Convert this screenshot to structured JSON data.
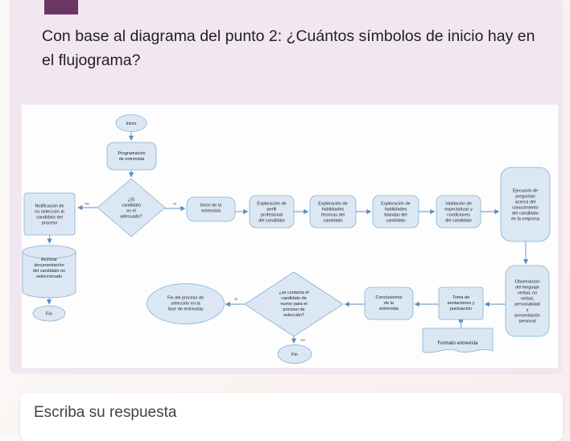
{
  "page": {
    "question": "Con base al diagrama del punto 2: ¿Cuántos símbolos de inicio hay en el flujograma?",
    "answer_placeholder": "Escriba su respuesta"
  },
  "colors": {
    "accent_bar": "#6b3564",
    "question_card_bg": "#f2e7f1",
    "node_fill": "#dbe8f4",
    "node_stroke": "#84aed1",
    "connector": "#5b8ec4"
  },
  "flowchart": {
    "nodes": {
      "start": {
        "type": "oval",
        "lines": [
          "Inicio"
        ]
      },
      "programacion": {
        "type": "process",
        "lines": [
          "Programación",
          "de entrevista"
        ]
      },
      "decision1": {
        "type": "decision",
        "lines": [
          "¿El",
          "candidato",
          "es el",
          "adecuado?"
        ]
      },
      "notificacion": {
        "type": "process",
        "lines": [
          "Notificación de",
          "no selección al",
          "candidato del",
          "proceso"
        ]
      },
      "archivar": {
        "type": "database",
        "lines": [
          "Archivar",
          "documentación",
          "del candidato no",
          "seleccionado"
        ]
      },
      "fin1": {
        "type": "oval",
        "lines": [
          "Fin"
        ]
      },
      "inicio_entrevista": {
        "type": "process",
        "lines": [
          "Inicio de la",
          "entrevista"
        ]
      },
      "exp_perfil": {
        "type": "process",
        "lines": [
          "Exploración de",
          "perfil",
          "profesional",
          "del candidato"
        ]
      },
      "exp_tecnicas": {
        "type": "process",
        "lines": [
          "Exploración de",
          "habilidades",
          "técnicas del",
          "candidato"
        ]
      },
      "exp_blandas": {
        "type": "process",
        "lines": [
          "Exploración de",
          "habilidades",
          "blandas del",
          "candidato"
        ]
      },
      "validacion": {
        "type": "process",
        "lines": [
          "Validación de",
          "expectativas y",
          "condiciones",
          "del candidato"
        ]
      },
      "ejecucion": {
        "type": "process",
        "lines": [
          "Ejecución de",
          "preguntas",
          "acerca del",
          "conocimiento",
          "del candidato",
          "en la empresa"
        ]
      },
      "observacion": {
        "type": "process",
        "lines": [
          "Observación",
          "del lenguaje",
          "verbal, no",
          "verbal,",
          "personalidad",
          "y",
          "presentación",
          "personal"
        ]
      },
      "toma": {
        "type": "process",
        "lines": [
          "Toma de",
          "anotaciones y",
          "puntuación"
        ]
      },
      "conclusiones": {
        "type": "process",
        "lines": [
          "Conclusiones",
          "de la",
          "entrevista"
        ]
      },
      "decision2": {
        "type": "decision",
        "lines": [
          "¿se contacta el",
          "candidato de",
          "nuevo para el",
          "proceso de",
          "selección?"
        ]
      },
      "fin_proceso": {
        "type": "oval",
        "lines": [
          "Fin del proceso de",
          "selección en la",
          "fase de entrevista"
        ]
      },
      "fin2": {
        "type": "oval",
        "lines": [
          "Fin"
        ]
      },
      "formato": {
        "type": "document",
        "lines": [
          "Formato entrevista"
        ]
      }
    },
    "labels": {
      "d1_no": "no",
      "d1_si": "si",
      "d2_si": "si",
      "d2_no": "no"
    }
  }
}
